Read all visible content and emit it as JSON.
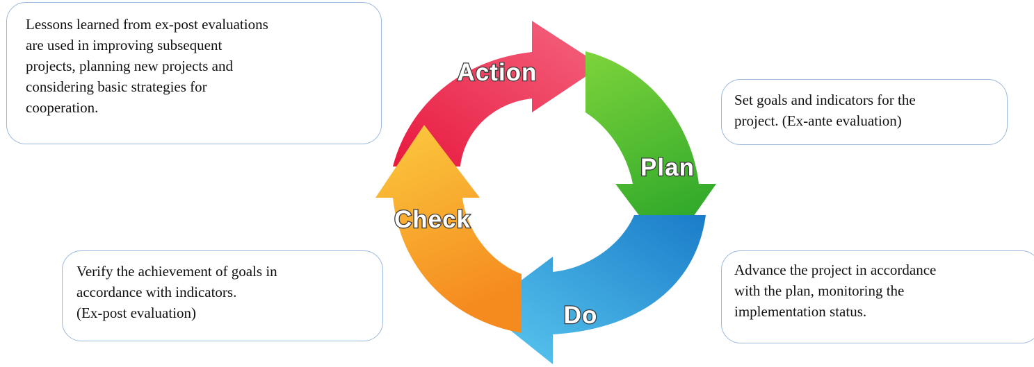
{
  "diagram": {
    "stages": [
      {
        "id": "action",
        "label": "Action",
        "color": "#ec2f55"
      },
      {
        "id": "plan",
        "label": "Plan",
        "color": "#46b82b"
      },
      {
        "id": "do",
        "label": "Do",
        "color": "#2b8fd6"
      },
      {
        "id": "check",
        "label": "Check",
        "color": "#f79a25"
      }
    ]
  },
  "notes": {
    "action": "Lessons learned from ex-post evaluations\nare used in improving subsequent\nprojects, planning new projects and\nconsidering basic strategies for\ncooperation.",
    "plan": "Set goals and indicators for the\nproject. (Ex-ante evaluation)",
    "check": "Verify the achievement of goals in\naccordance with indicators.\n(Ex-post evaluation)",
    "do": "Advance the project in accordance\nwith the plan, monitoring the\nimplementation status."
  }
}
